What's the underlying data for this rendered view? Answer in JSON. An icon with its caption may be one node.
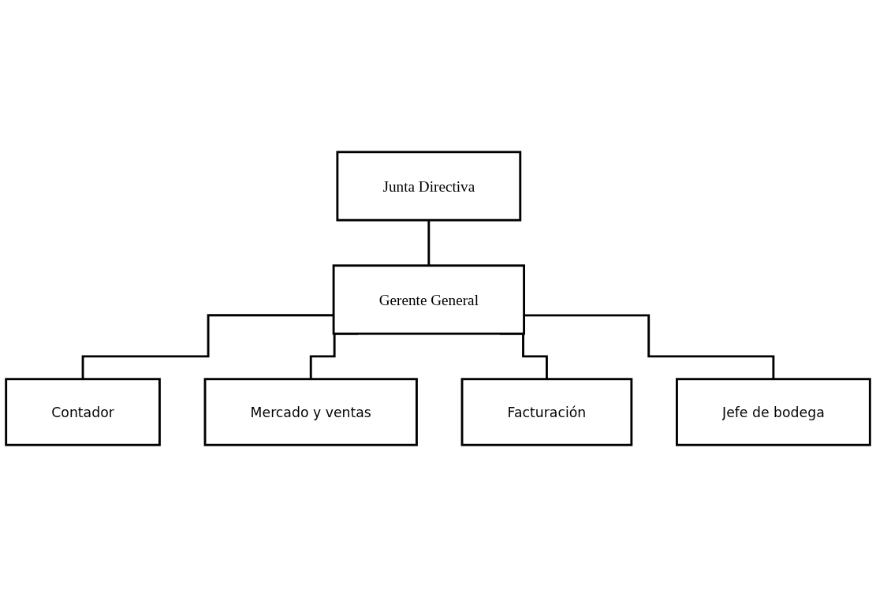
{
  "diagram": {
    "nodes": [
      {
        "text": [
          "Junta Directiva"
        ]
      },
      {
        "text": [
          "Gerente General"
        ]
      },
      {
        "text": [
          "Contador"
        ]
      },
      {
        "text": [
          "Mercado y ventas"
        ]
      },
      {
        "text": [
          "Facturación"
        ]
      },
      {
        "text": [
          "Jefe de bodega"
        ]
      }
    ],
    "edges": [
      {
        "from": 0,
        "to": 1,
        "arrow": "none"
      },
      {
        "from": 1,
        "to": 2,
        "arrow": "none"
      },
      {
        "from": 1,
        "to": 3,
        "arrow": "none"
      },
      {
        "from": 1,
        "to": 4,
        "arrow": "none"
      },
      {
        "from": 1,
        "to": 5,
        "arrow": "none"
      }
    ]
  }
}
